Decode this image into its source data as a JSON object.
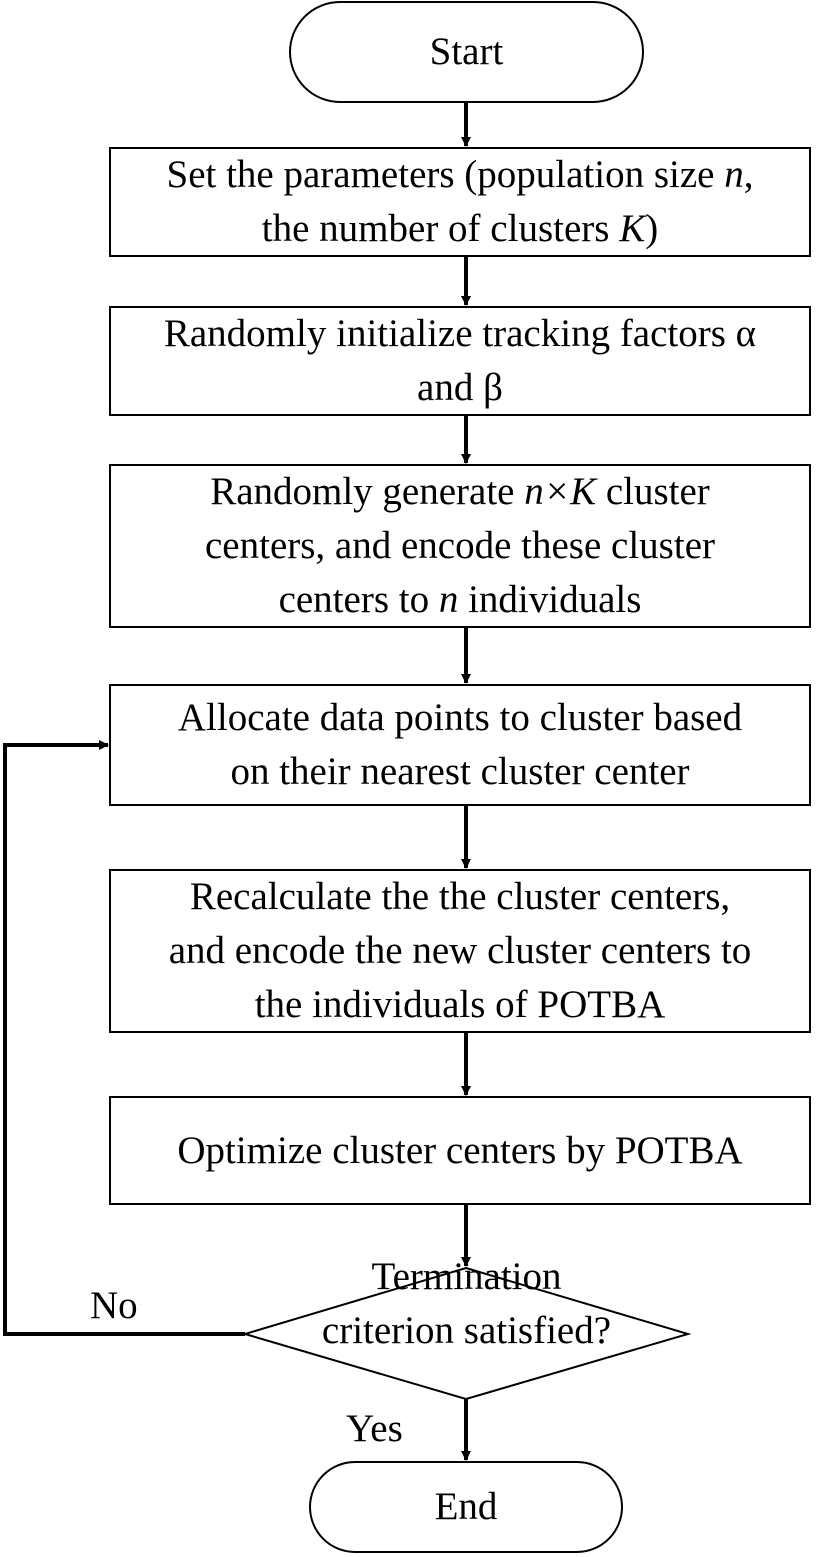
{
  "colors": {
    "stroke": "#000000",
    "fill": "#ffffff",
    "text": "#000000"
  },
  "nodes": {
    "start": {
      "text": "Start"
    },
    "set_params": {
      "line1_pre": "Set the parameters (population size ",
      "line1_var": "n",
      "line1_post": ",",
      "line2_pre": "the number of clusters ",
      "line2_var": "K",
      "line2_post": ")"
    },
    "init_factors": {
      "line1": "Randomly initialize tracking factors α",
      "line2": "and β"
    },
    "generate_centers": {
      "line1_pre": "Randomly generate  ",
      "line1_var": "n×K",
      "line1_post": " cluster",
      "line2": "centers, and encode these cluster",
      "line3_pre": "centers to ",
      "line3_var": "n",
      "line3_post": " individuals"
    },
    "allocate": {
      "line1": "Allocate data points to cluster based",
      "line2": "on  their nearest cluster center"
    },
    "recalculate": {
      "line1": "Recalculate the the cluster centers,",
      "line2": "and encode the new cluster centers to",
      "line3": "the individuals of  POTBA"
    },
    "optimize": {
      "text": "Optimize cluster centers by POTBA"
    },
    "decision": {
      "line1": "Termination",
      "line2": "criterion satisfied?"
    },
    "end": {
      "text": "End"
    }
  },
  "edge_labels": {
    "no": "No",
    "yes": "Yes"
  }
}
